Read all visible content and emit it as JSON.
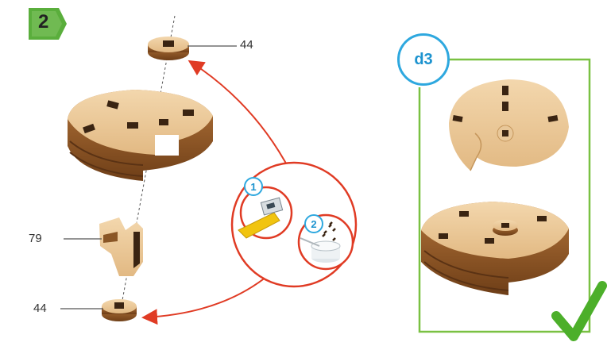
{
  "step": {
    "number": "2",
    "badge_color": "#5aae3c"
  },
  "callouts": {
    "top_label": "44",
    "middle_label": "79",
    "bottom_label": "44"
  },
  "detail": {
    "tag": "d3",
    "tag_color": "#2ea8df",
    "frame_color": "#7ac143",
    "check_color": "#4caf2a"
  },
  "instructions": {
    "tool_1": "1",
    "tool_2": "2",
    "ring_color": "#e03b24"
  }
}
